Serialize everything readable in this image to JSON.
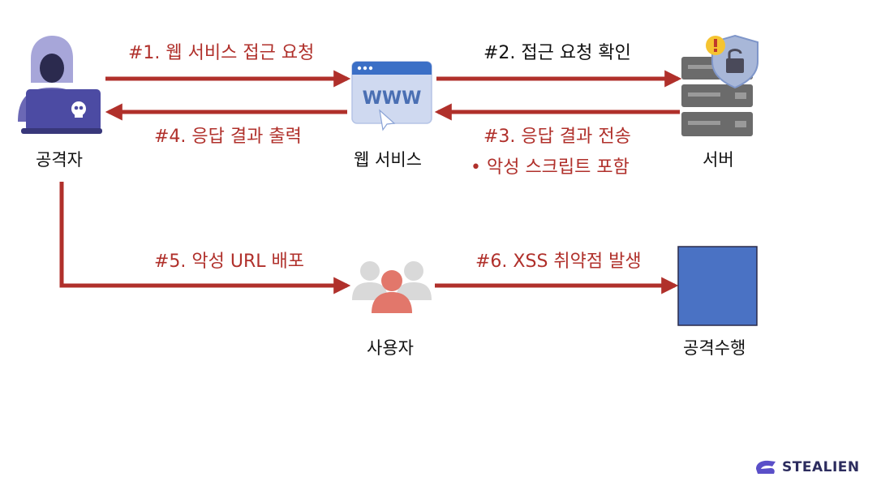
{
  "nodes": {
    "attacker": "공격자",
    "web_service": "웹 서비스",
    "server": "서버",
    "user": "사용자",
    "attack_exec": "공격수행"
  },
  "steps": {
    "s1": "#1. 웹 서비스 접근 요청",
    "s2": "#2. 접근 요청 확인",
    "s3": "#3. 응답 결과 전송",
    "s3_sub": "• 악성 스크립트 포함",
    "s4": "#4. 응답 결과 출력",
    "s5": "#5. 악성 URL 배포",
    "s6": "#6. XSS 취약점 발생"
  },
  "icons": {
    "web_service_text": "WWW"
  },
  "brand": {
    "name": "STEALIEN"
  },
  "colors": {
    "arrow": "#b0302b",
    "attack_box": "#4a72c4"
  }
}
